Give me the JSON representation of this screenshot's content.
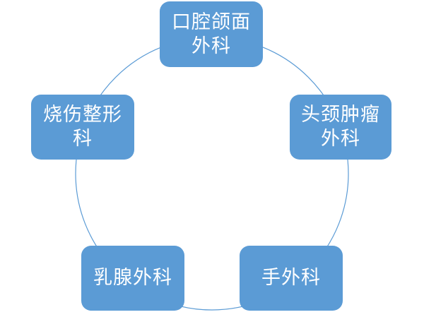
{
  "diagram": {
    "nodes": [
      {
        "id": "top",
        "label": "口腔颌面\n外科"
      },
      {
        "id": "right",
        "label": "头颈肿瘤\n外科"
      },
      {
        "id": "bottom-right",
        "label": "手外科"
      },
      {
        "id": "bottom-left",
        "label": "乳腺外科"
      },
      {
        "id": "left",
        "label": "烧伤整形\n科"
      }
    ],
    "colors": {
      "node_fill": "#5b9bd5",
      "ring_stroke": "#5b9bd5",
      "text": "#ffffff"
    }
  }
}
